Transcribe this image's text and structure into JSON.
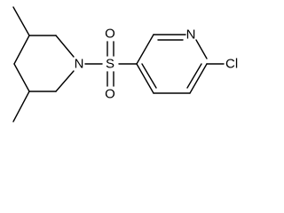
{
  "molecule": {
    "atoms": {
      "piperidine_nitrogen": "N",
      "sulfur": "S",
      "sulfonyl_oxygen_top": "O",
      "sulfonyl_oxygen_bottom": "O",
      "pyridine_nitrogen": "N",
      "chlorine": "Cl"
    },
    "colors": {
      "bond": "#000000",
      "text": "#000000",
      "background": "#ffffff"
    }
  }
}
